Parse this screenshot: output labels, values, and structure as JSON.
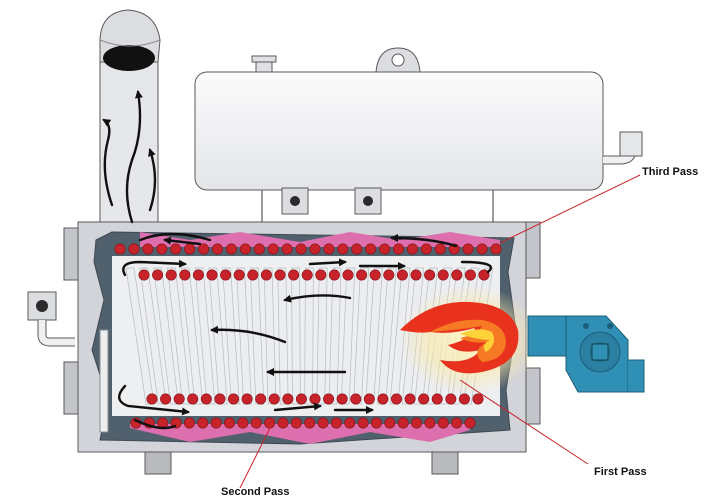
{
  "labels": {
    "third_pass": "Third Pass",
    "first_pass": "First Pass",
    "second_pass": "Second Pass"
  },
  "colors": {
    "shell": "#d0d1d6",
    "shell_stroke": "#5a5a5a",
    "tank": "#f4f5f7",
    "refractory": "#4f5d6a",
    "pink_liner": "#de6fae",
    "tube_end": "#c8232b",
    "tube_body": "#ebedf0",
    "burner": "#2f8fb5",
    "flame_outer": "#e8321e",
    "flame_inner": "#ffd23a",
    "leader_line": "#c8232b",
    "arrow": "#111111"
  },
  "icons": {
    "stack": "chimney-stack-icon",
    "burner": "burner-blower-icon",
    "flame": "flame-icon",
    "valve": "flange-valve-icon"
  }
}
